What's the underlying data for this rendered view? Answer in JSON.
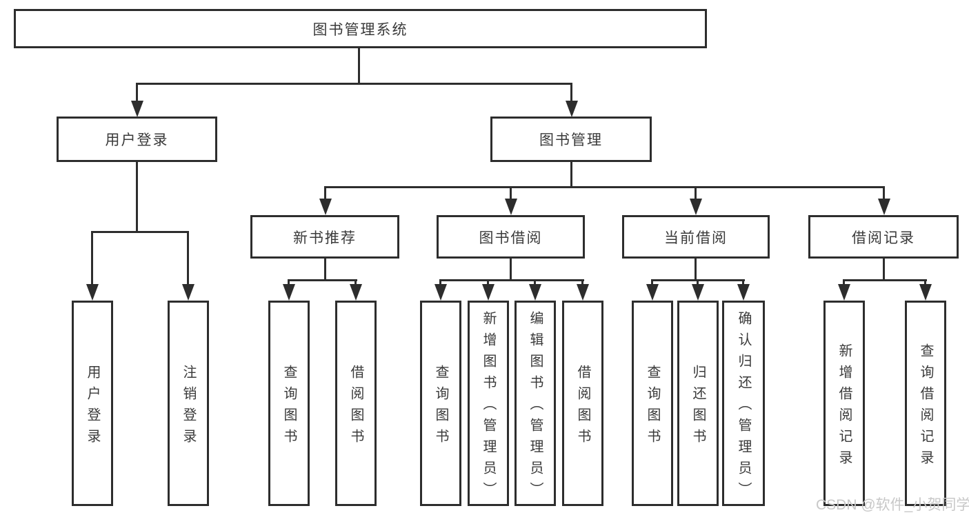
{
  "diagram": {
    "root": "图书管理系统",
    "level2": [
      "用户登录",
      "图书管理"
    ],
    "level3": [
      "新书推荐",
      "图书借阅",
      "当前借阅",
      "借阅记录"
    ],
    "leaves": {
      "login": [
        "用户登录",
        "注销登录"
      ],
      "recommend": [
        "查询图书",
        "借阅图书"
      ],
      "borrow": [
        "查询图书",
        "新增图书（管理员）",
        "编辑图书（管理员）",
        "借阅图书"
      ],
      "current": [
        "查询图书",
        "归还图书",
        "确认归还（管理员）"
      ],
      "records": [
        "新增借阅记录",
        "查询借阅记录"
      ]
    },
    "colors": {
      "line": "#2d2d2d",
      "text": "#3a3a3a",
      "background": "#ffffff",
      "watermark": "#c8c8c8"
    }
  },
  "watermark": {
    "text": "CSDN @软件_小贺同学"
  }
}
